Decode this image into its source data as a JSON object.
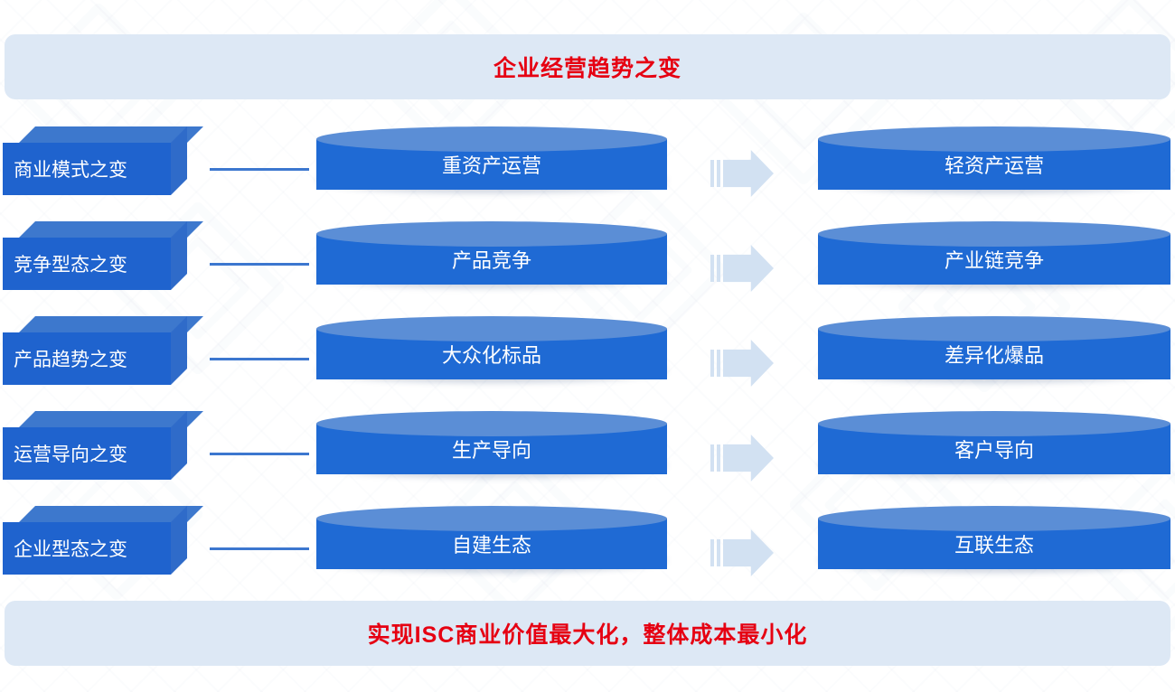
{
  "header": {
    "title": "企业经营趋势之变"
  },
  "footer": {
    "title": "实现ISC商业价值最大化，整体成本最小化"
  },
  "colors": {
    "banner_background": "#dde8f5",
    "banner_text": "#e60012",
    "box_front": "#1f63ce",
    "box_top": "#3d78cd",
    "box_side": "#2f6bc9",
    "cylinder_body": "#1f6ad4",
    "cylinder_top": "#5b8ed6",
    "arrow": "#d2e1f2",
    "connector_line": "#3c77cf",
    "label_text": "#ffffff"
  },
  "rows": [
    {
      "category": "商业模式之变",
      "from": "重资产运营",
      "to": "轻资产运营",
      "arrow": "arrow-right-icon"
    },
    {
      "category": "竞争型态之变",
      "from": "产品竞争",
      "to": "产业链竞争",
      "arrow": "arrow-right-icon"
    },
    {
      "category": "产品趋势之变",
      "from": "大众化标品",
      "to": "差异化爆品",
      "arrow": "arrow-right-icon"
    },
    {
      "category": "运营导向之变",
      "from": "生产导向",
      "to": "客户导向",
      "arrow": "arrow-right-icon"
    },
    {
      "category": "企业型态之变",
      "from": "自建生态",
      "to": "互联生态",
      "arrow": "arrow-right-icon"
    }
  ]
}
